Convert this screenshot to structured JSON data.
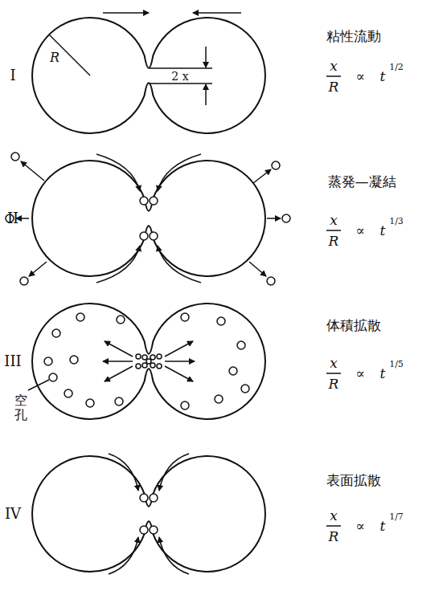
{
  "diagram": {
    "labels": [
      "I",
      "R",
      "2 x",
      "粘性流動",
      "x",
      "R",
      "∝",
      "t",
      "1/2",
      "II",
      "蒸発—凝結",
      "x",
      "R",
      "∝",
      "t",
      "1/3",
      "III",
      "空孔",
      "体積拡散",
      "x",
      "R",
      "∝",
      "t",
      "1/5",
      "IV",
      "表面拡散",
      "x",
      "R",
      "∝",
      "t",
      "1/7"
    ]
  }
}
